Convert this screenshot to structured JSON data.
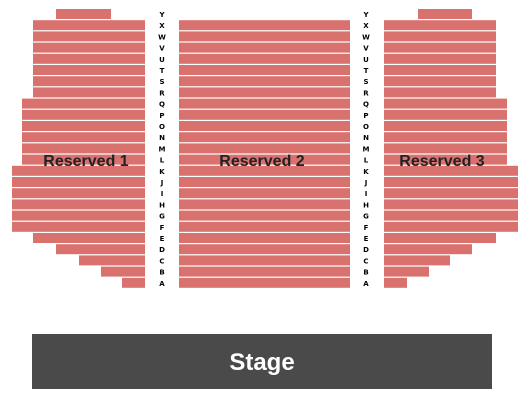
{
  "rows": [
    "Y",
    "X",
    "W",
    "V",
    "U",
    "T",
    "S",
    "R",
    "Q",
    "P",
    "O",
    "N",
    "M",
    "L",
    "K",
    "J",
    "I",
    "H",
    "G",
    "F",
    "E",
    "D",
    "C",
    "B",
    "A"
  ],
  "sections": [
    {
      "id": "left",
      "name": "Reserved 1"
    },
    {
      "id": "center",
      "name": "Reserved 2"
    },
    {
      "id": "right",
      "name": "Reserved 3"
    }
  ],
  "stage": {
    "label": "Stage"
  },
  "colors": {
    "seat_fill": "#d9716f",
    "row_divider": "#ffffff",
    "stage_fill": "#4a4a4a",
    "stage_text": "#ffffff",
    "background": "#ffffff"
  }
}
